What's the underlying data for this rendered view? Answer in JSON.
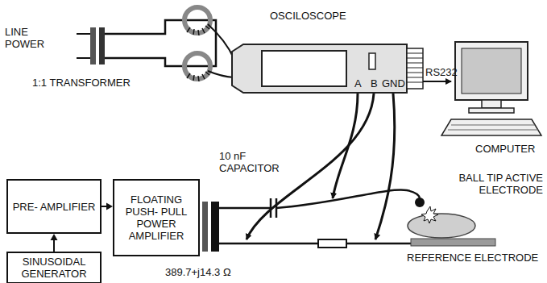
{
  "diagram": {
    "nodes": [
      {
        "text": [
          "PRE- AMPLIFIER"
        ]
      },
      {
        "text": [
          "FLOATING PUSH- PULL POWER AMPLIFIER"
        ]
      },
      {
        "text": [
          "SINUSOIDAL GENERATOR"
        ]
      }
    ],
    "edges": [
      {
        "from": 2,
        "to": 0,
        "arrow": "to"
      },
      {
        "from": 0,
        "to": 1,
        "arrow": "to"
      }
    ],
    "labels": [
      "LINE POWER",
      "1:1 TRANSFORMER",
      "OSCILOSCOPE",
      "A",
      "B",
      "GND",
      "RS232",
      "COMPUTER",
      "10 nF CAPACITOR",
      "BALL TIP ACTIVE ELECTRODE",
      "REFERENCE ELECTRODE",
      "389.7+j14.3 Ω"
    ]
  }
}
